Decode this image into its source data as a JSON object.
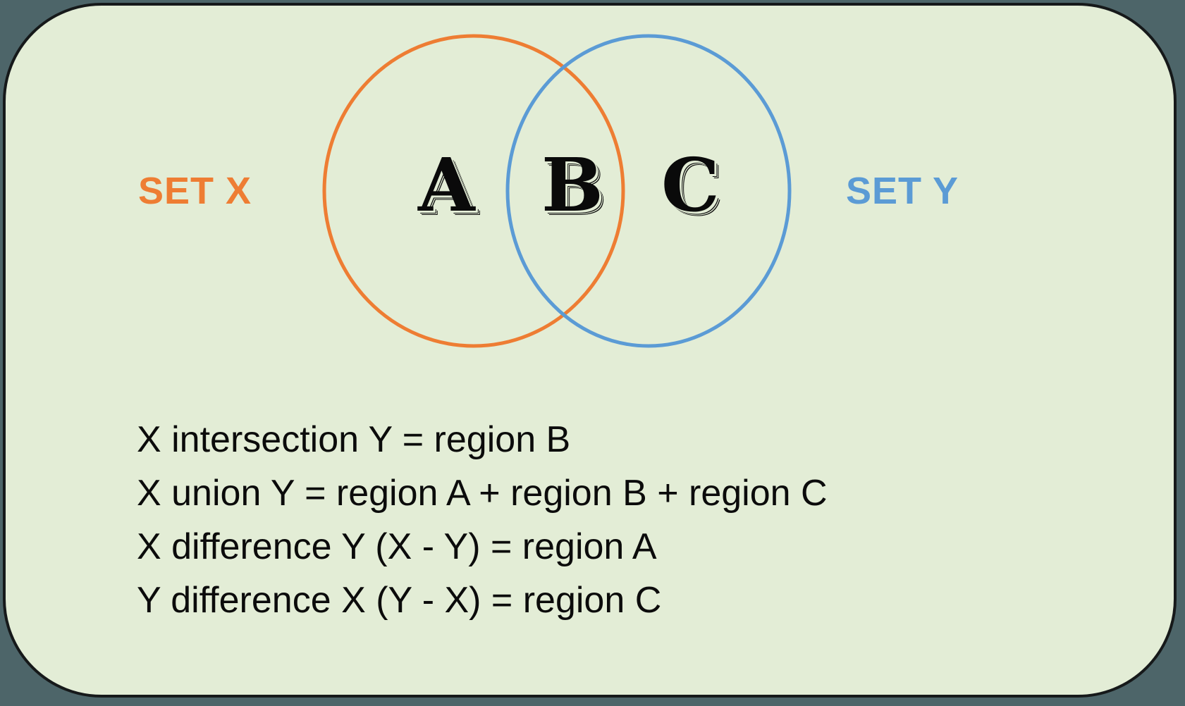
{
  "card": {
    "background": "#e3edd6",
    "border_color": "#16191a",
    "outer_background": "#4d6569"
  },
  "diagram": {
    "type": "venn",
    "set_x": {
      "label": "SET X",
      "color": "#ee7d33",
      "shape": "ellipse"
    },
    "set_y": {
      "label": "SET Y",
      "color": "#5b9bd5",
      "shape": "ellipse"
    },
    "regions": [
      {
        "letter": "A",
        "meaning": "X only"
      },
      {
        "letter": "B",
        "meaning": "X and Y overlap"
      },
      {
        "letter": "C",
        "meaning": "Y only"
      }
    ]
  },
  "formulas": [
    "X intersection Y = region B",
    "X union Y = region A + region B + region C",
    "X difference Y (X - Y) = region A",
    "Y difference X (Y - X) = region C"
  ]
}
